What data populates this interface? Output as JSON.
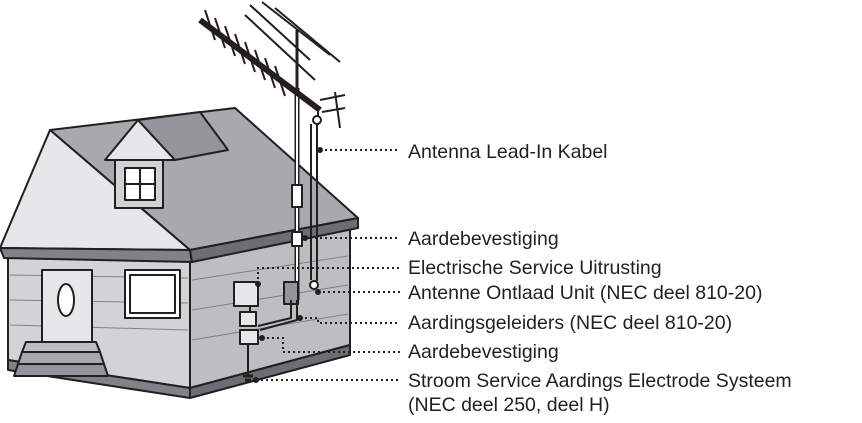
{
  "labels": {
    "lead_in": "Antenna Lead-In Kabel",
    "ground_clamp_top": "Aardebevestiging",
    "electric_service": "Electrische Service Uitrusting",
    "discharge_unit": "Antenne Ontlaad Unit (NEC deel 810-20)",
    "grounding_conductors": "Aardingsgeleiders (NEC deel 810-20)",
    "ground_clamp_bottom": "Aardebevestiging",
    "electrode_line1": "Stroom Service Aardings Electrode Systeem",
    "electrode_line2": "(NEC deel 250, deel H)"
  },
  "colors": {
    "line": "#231f20",
    "roof_gray": "#a7a9ac",
    "wall_gray": "#d1d3d4",
    "light_gray": "#e6e7e8"
  }
}
